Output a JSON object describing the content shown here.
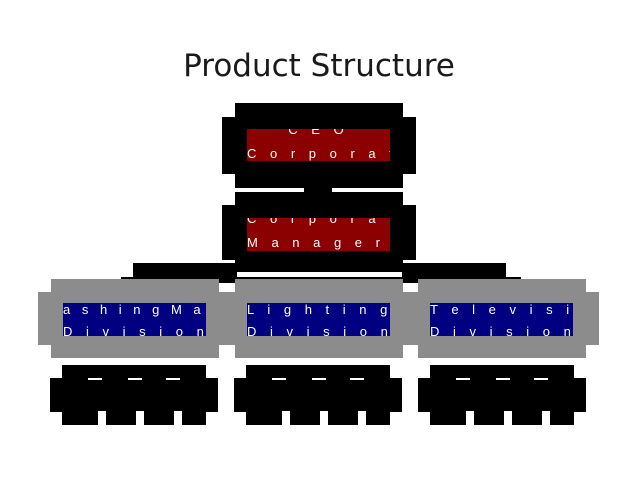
{
  "title": "Product Structure",
  "nodes": {
    "ceo": {
      "line1": "C E O",
      "line2": "C o r p o r a t i o n"
    },
    "managers": {
      "line1": "C o r p o r a t e",
      "line2": "M a n a g e r s"
    },
    "washing": {
      "line1": "a s h i n g   M a c h i n e",
      "line2": "D i v i s i o n"
    },
    "lighting": {
      "line1": "L i g h t i n g",
      "line2": "D i v i s i o n"
    },
    "television": {
      "line1": "T e l e v i s i o n",
      "line2": "D i v i s i o n"
    }
  },
  "colors": {
    "executive": "#8b0000",
    "division": "#000080",
    "frame": "#8c8c8c"
  }
}
